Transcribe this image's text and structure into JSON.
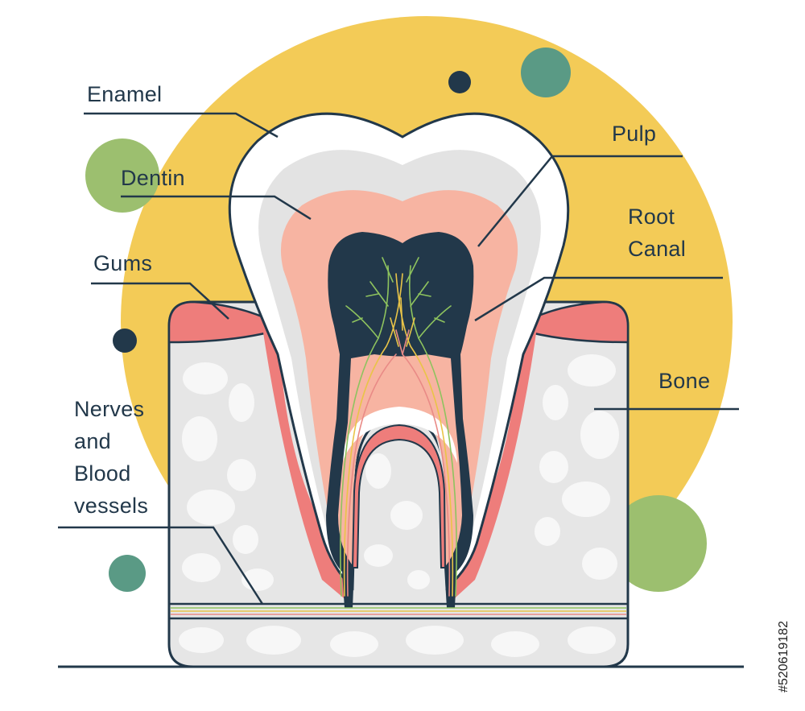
{
  "labels": {
    "enamel": "Enamel",
    "dentin": "Dentin",
    "gums": "Gums",
    "nerves_line1": "Nerves",
    "nerves_line2": "and",
    "nerves_line3": "Blood",
    "nerves_line4": "vessels",
    "pulp": "Pulp",
    "root_canal_line1": "Root",
    "root_canal_line2": "Canal",
    "bone": "Bone"
  },
  "stock_id": "#520619182",
  "colors": {
    "background_circle": "#f3cb57",
    "outline": "#22384a",
    "enamel": "#ffffff",
    "dentin_outer": "#e3e3e3",
    "dentin_inner": "#f7b4a2",
    "pulp": "#22384a",
    "gums": "#ee7d7b",
    "bone": "#e6e6e6",
    "bone_spots": "#f6f6f6",
    "teal_dot": "#5a9a85",
    "green_dot": "#9cbf6f",
    "nerve_green": "#8ec35e",
    "nerve_yellow": "#e9c448",
    "nerve_pink": "#e98a86"
  }
}
